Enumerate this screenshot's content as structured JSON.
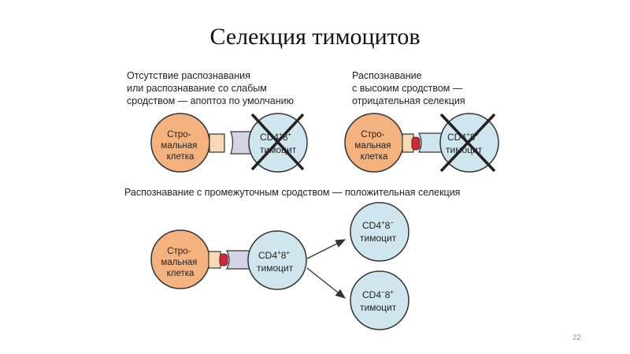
{
  "title": "Селекция тимоцитов",
  "captions": {
    "negative_recognition": [
      "Отсутствие распознавания",
      "или распознавание со слабым",
      "сродством — апоптоз по умолчанию"
    ],
    "high_affinity": [
      "Распознавание",
      "с высоким сродством —",
      "отрицательная селекция"
    ],
    "intermediate_affinity": [
      "Распознавание с промежуточным сродством — положительная селекция"
    ]
  },
  "stromal_cell_label": [
    "Стро-",
    "мальная",
    "клетка"
  ],
  "thymocyte_dp": {
    "base": "CD4",
    "sup1": "+",
    "mid": "8",
    "sup2": "+",
    "sub": "тимоцит"
  },
  "thymocyte_cd4": {
    "base": "CD4",
    "sup1": "+",
    "mid": "8",
    "sup2": "−",
    "sub": "тимоцит"
  },
  "thymocyte_cd8": {
    "base": "CD4",
    "sup1": "−",
    "mid": "8",
    "sup2": "+",
    "sub": "тимоцит"
  },
  "slide_number": "22",
  "colors": {
    "stromal": "#f4b27f",
    "thymocyte": "#cfe6ee",
    "mhc": "#f7d9b5",
    "tcr": "#d5d3e6",
    "peptide": "#d6263a"
  }
}
